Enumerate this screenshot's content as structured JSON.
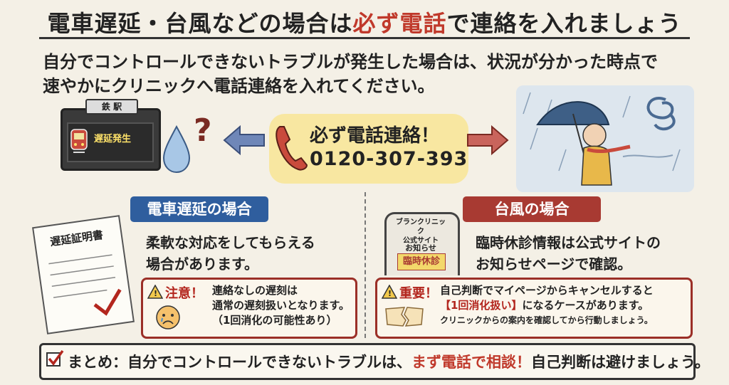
{
  "title": {
    "part1": "電車遅延・台風などの場合は",
    "highlight": "必ず電話",
    "part2": "で連絡を入れましょう"
  },
  "intro": {
    "line1": "自分でコントロールできないトラブルが発生した場合は、状況が分かった時点で",
    "line2": "速やかにクリニックへ電話連絡を入れてください。"
  },
  "station_sign": {
    "top_label": "鉄 駅",
    "board": "遅延発生"
  },
  "center": {
    "label": "必ず電話連絡！",
    "phone_number": "0120-307-393"
  },
  "left_section": {
    "header": "電車遅延の場合",
    "certificate_title": "遅延証明書",
    "body_line1": "柔軟な対応をしてもらえる",
    "body_line2": "場合があります。",
    "warning_label": "注意！",
    "warning_line1": "連絡なしの遅刻は",
    "warning_line2": "通常の遅刻扱いとなります。",
    "warning_line3": "（1回消化の可能性あり）"
  },
  "right_section": {
    "header": "台風の場合",
    "phone_screen_line1": "ブランクリニック",
    "phone_screen_line2": "公式サイト",
    "phone_screen_notice": "お知らせ",
    "phone_screen_item": "臨時休診",
    "body_line1": "臨時休診情報は公式サイトの",
    "body_line2": "お知らせページで確認。",
    "important_label": "重要！",
    "important_line1": "自己判断でマイページからキャンセルすると",
    "important_highlight": "【1回消化扱い】",
    "important_line2b": "になるケースがあります。",
    "important_line3": "クリニックからの案内を確認してから行動しましょう。"
  },
  "summary": {
    "prefix": "まとめ：自分でコントロールできないトラブルは、",
    "highlight": "まず電話で相談！",
    "suffix": "自己判断は避けましょう。"
  },
  "colors": {
    "accent_red": "#c0392b",
    "header_blue": "#2f5e9e",
    "header_red": "#a83a32",
    "highlight_yellow": "#f8e7a1"
  }
}
